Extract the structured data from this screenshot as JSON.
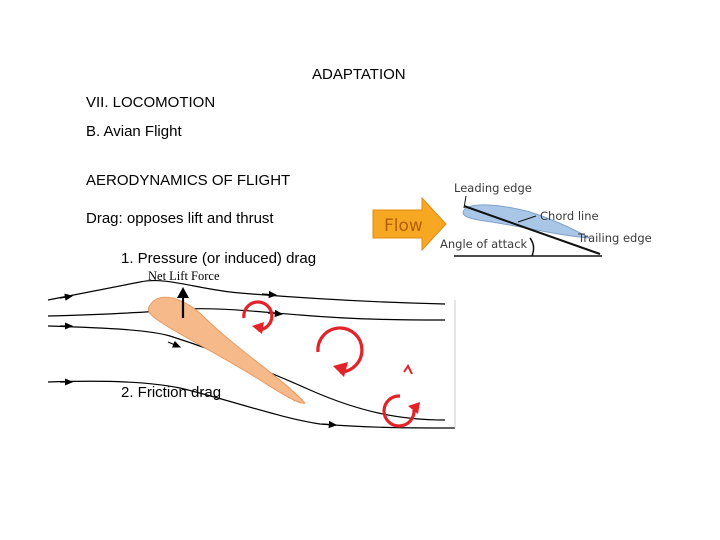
{
  "slide": {
    "title": "ADAPTATION",
    "section": "VII. LOCOMOTION",
    "subsection": "B. Avian Flight",
    "heading": "AERODYNAMICS OF FLIGHT",
    "drag_definition": "Drag: opposes lift and thrust",
    "point1": "1. Pressure (or induced) drag",
    "point2": "2. Friction drag"
  },
  "airflow_diagram": {
    "net_lift_label": "Net Lift Force",
    "airfoil_color": "#f5b98a",
    "vortex_color": "#e3232a",
    "vortex_icon": "curved-arrow-vortex",
    "streamline_color": "#000000"
  },
  "wing_diagram": {
    "flow_label": "Flow",
    "flow_arrow_color": "#f7a823",
    "leading_edge": "Leading edge",
    "chord_line": "Chord line",
    "angle_of_attack": "Angle of attack",
    "trailing_edge": "Trailing edge",
    "wing_color": "#a9c6e6"
  }
}
